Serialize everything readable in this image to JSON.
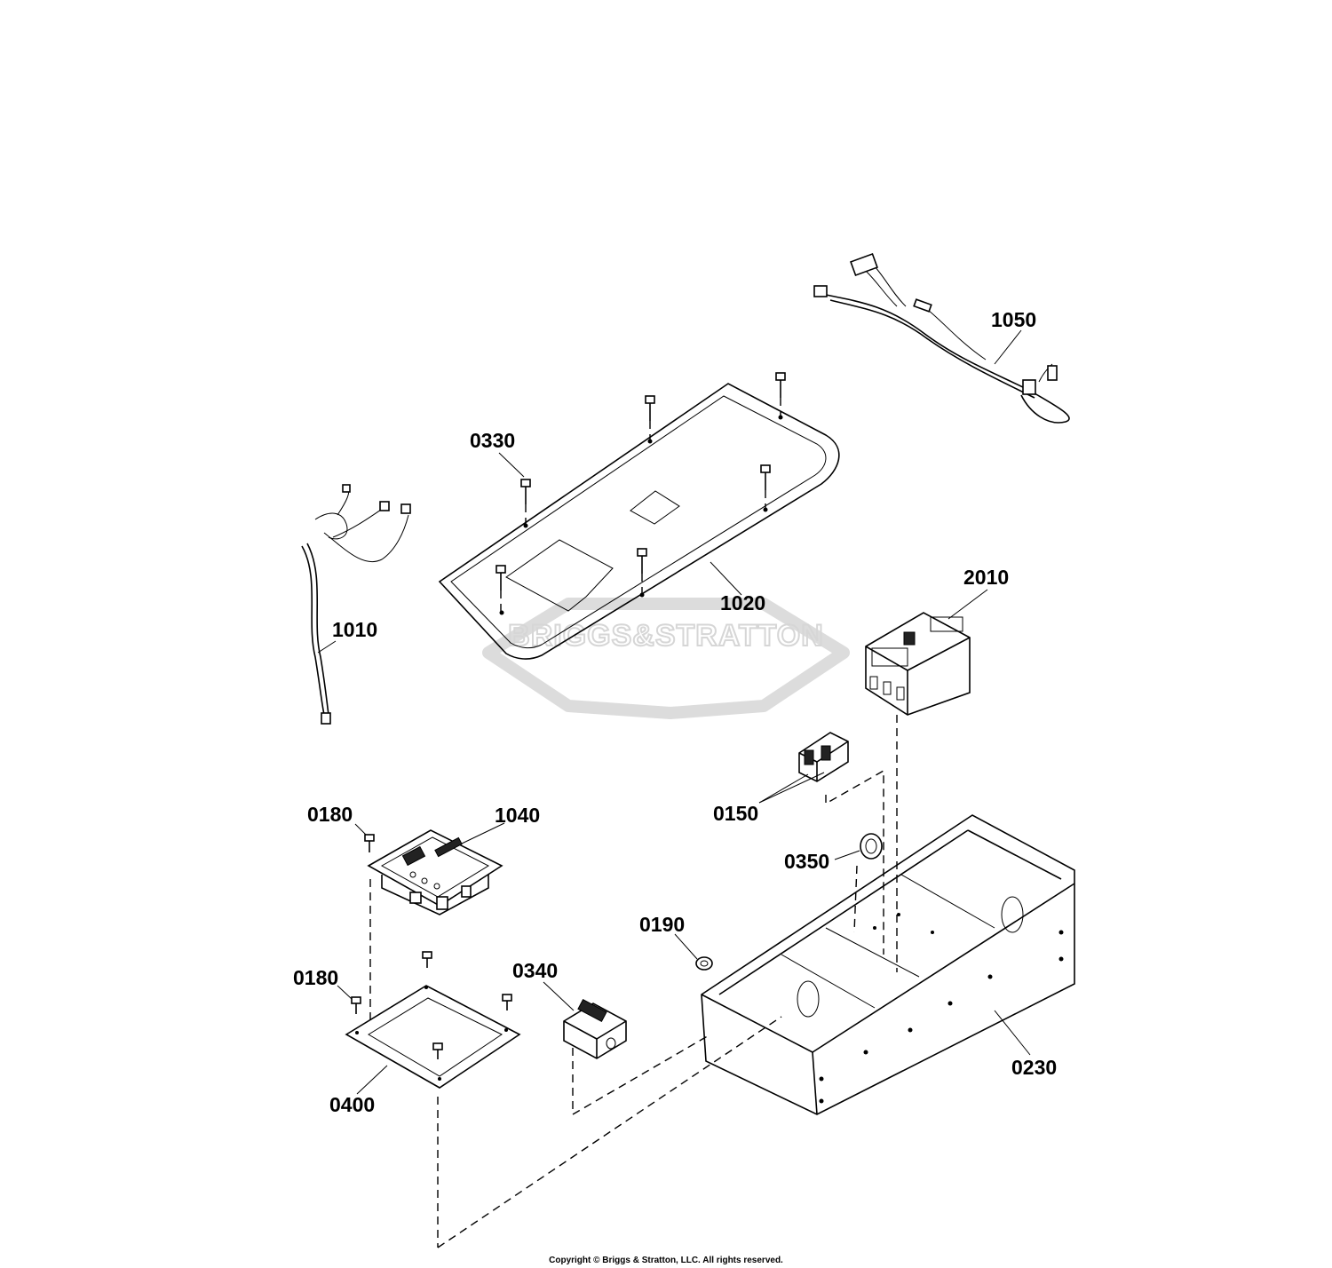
{
  "watermark": {
    "brand_text": "BRIGGS&STRATTON"
  },
  "copyright": "Copyright © Briggs & Stratton, LLC. All rights reserved.",
  "parts": {
    "p1050": "1050",
    "p0330": "0330",
    "p1020": "1020",
    "p1010": "1010",
    "p2010": "2010",
    "p0150": "0150",
    "p0180_top": "0180",
    "p1040": "1040",
    "p0350": "0350",
    "p0190": "0190",
    "p0340": "0340",
    "p0180_bottom": "0180",
    "p0230": "0230",
    "p0400": "0400"
  }
}
